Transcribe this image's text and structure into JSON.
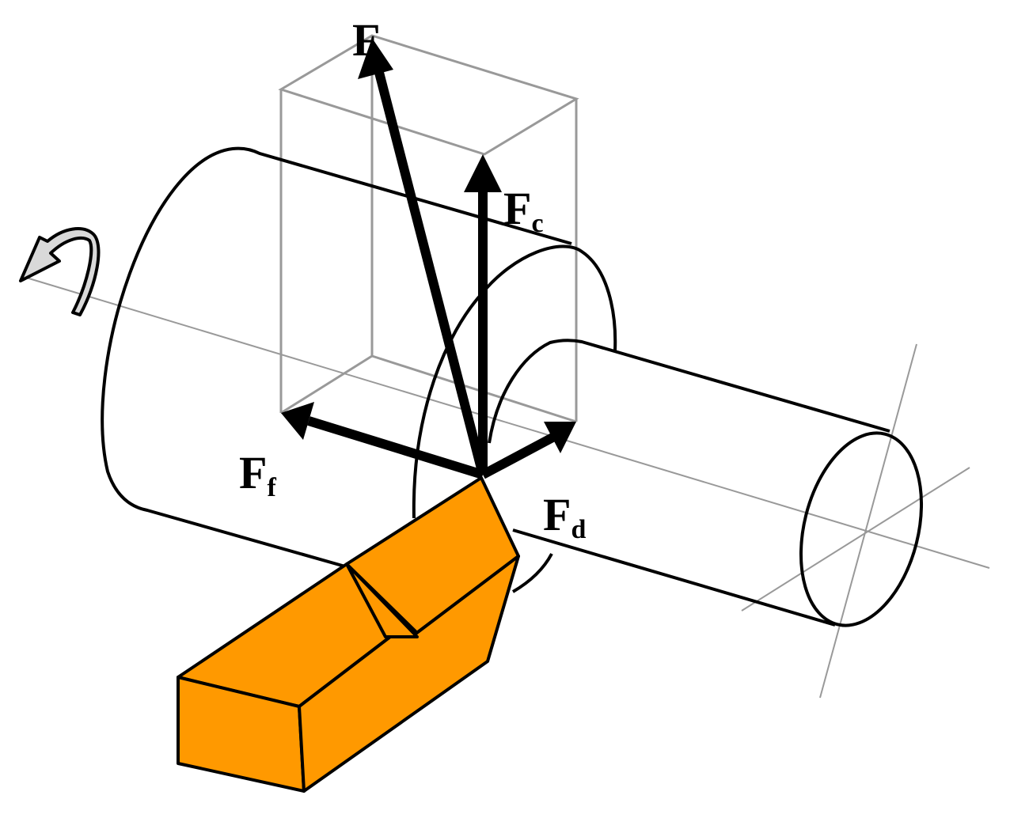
{
  "diagram": {
    "labels": {
      "resultant": {
        "main": "F",
        "sub": ""
      },
      "cutting": {
        "main": "F",
        "sub": "c"
      },
      "feed": {
        "main": "F",
        "sub": "f"
      },
      "depth": {
        "main": "F",
        "sub": "d"
      }
    },
    "colors": {
      "tool_fill": "#FF9900",
      "outline": "#000000",
      "box_edges": "#999999",
      "axis_lines": "#999999",
      "rotation_arrow_fill": "#D9D9D9"
    },
    "icons": {
      "rotation": "curved-arrow-icon"
    }
  }
}
